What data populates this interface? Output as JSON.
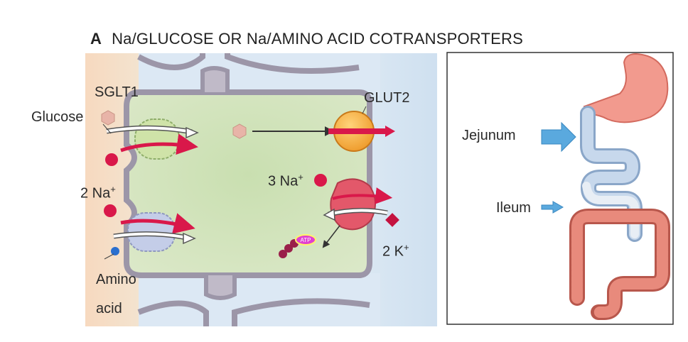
{
  "figure": {
    "panel_letter": "A",
    "title": "Na/GLUCOSE OR Na/AMINO ACID COTRANSPORTERS"
  },
  "cell_diagram": {
    "sglt1_label": "SGLT1",
    "glucose_label": "Glucose",
    "sodium2_label": "2 Na",
    "sodium2_sup": "+",
    "amino_acid_label_line1": "Amino",
    "amino_acid_label_line2": "acid",
    "glut2_label": "GLUT2",
    "sodium3_label": "3 Na",
    "sodium3_sup": "+",
    "potassium_label": "2 K",
    "potassium_sup": "+",
    "atp_label": "ATP"
  },
  "intestine_inset": {
    "jejunum_label": "Jejunum",
    "ileum_label": "Ileum"
  },
  "colors": {
    "sodium": "#d9184a",
    "glucose": "#e8b4a8",
    "potassium": "#c4123f",
    "amino_acid": "#2a6fcf",
    "glut2": "#f0a030",
    "pump": "#e3586a",
    "arrow_blue": "#5aa9de"
  }
}
